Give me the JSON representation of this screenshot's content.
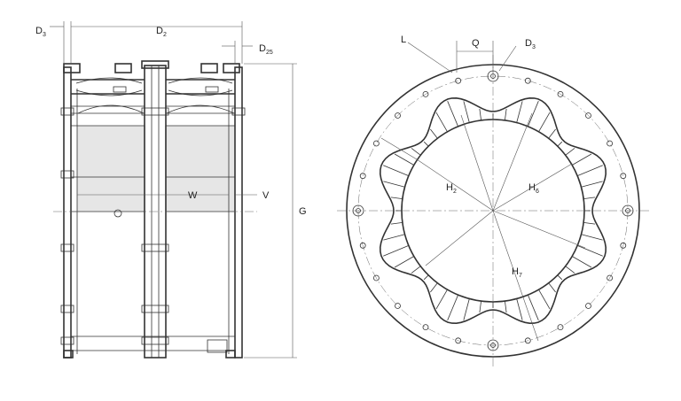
{
  "side_view": {
    "labels": {
      "d3": {
        "main": "D",
        "sub": "3"
      },
      "d2": {
        "main": "D",
        "sub": "2"
      },
      "d25": {
        "main": "D",
        "sub": "25"
      },
      "w": {
        "main": "W",
        "sub": ""
      },
      "v": {
        "main": "V",
        "sub": ""
      },
      "g": {
        "main": "G",
        "sub": ""
      }
    }
  },
  "front_view": {
    "labels": {
      "l": {
        "main": "L",
        "sub": ""
      },
      "q": {
        "main": "Q",
        "sub": ""
      },
      "d3": {
        "main": "D",
        "sub": "3"
      },
      "h2": {
        "main": "H",
        "sub": "2"
      },
      "h6": {
        "main": "H",
        "sub": "6"
      },
      "h7": {
        "main": "H",
        "sub": "7"
      }
    }
  },
  "colors": {
    "line": "#333333",
    "shade": "#e6e6e6"
  }
}
